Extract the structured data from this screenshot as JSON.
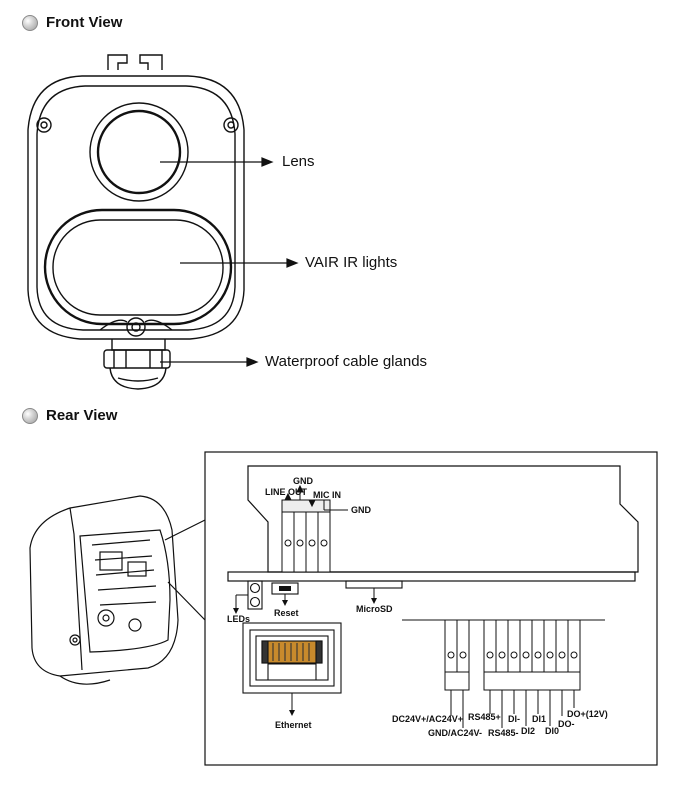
{
  "front": {
    "heading": "Front View",
    "lens": "Lens",
    "ir": "VAIR IR lights",
    "glands": "Waterproof cable glands"
  },
  "rear": {
    "heading": "Rear View",
    "line_out": "LINE OUT",
    "gnd_top": "GND",
    "mic_in": "MIC IN",
    "gnd_right": "GND",
    "leds": "LEDs",
    "reset": "Reset",
    "microsd": "MicroSD",
    "ethernet": "Ethernet",
    "dc24v": "DC24V+/AC24V+",
    "gnd_ac": "GND/AC24V-",
    "rs485p": "RS485+",
    "rs485m": "RS485-",
    "di_minus": "DI-",
    "di2": "DI2",
    "di1": "DI1",
    "di0": "DI0",
    "do_minus": "DO-",
    "do_plus": "DO+(12V)"
  }
}
